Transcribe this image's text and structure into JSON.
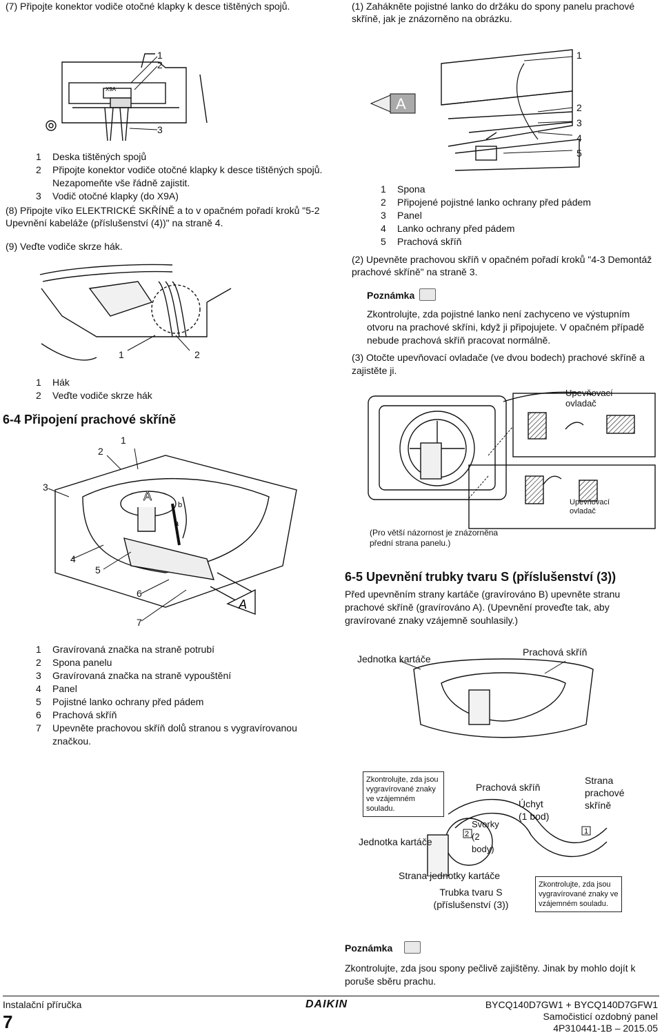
{
  "left_col": {
    "step7": "(7) Připojte konektor vodiče otočné klapky k desce tištěných spojů.",
    "fig1_labels": {
      "l1": "1",
      "l2": "2",
      "l3": "3",
      "x9a": "X9A"
    },
    "list1": [
      {
        "n": "1",
        "text": "Deska tištěných spojů"
      },
      {
        "n": "2",
        "text": "Připojte konektor vodiče otočné klapky k desce tištěných spojů. Nezapomeňte vše řádně zajistit."
      },
      {
        "n": "3",
        "text": "Vodič otočné klapky (do X9A)"
      }
    ],
    "step8": "(8) Připojte víko ELEKTRICKÉ SKŘÍNĚ a to v opačném pořadí kroků \"5-2 Upevnění kabeláže (příslušenství (4))\" na straně 4.",
    "step9": "(9) Veďte vodiče skrze hák.",
    "fig2_labels": {
      "l1": "1",
      "l2": "2"
    },
    "list2": [
      {
        "n": "1",
        "text": "Hák"
      },
      {
        "n": "2",
        "text": "Veďte vodiče skrze hák"
      }
    ],
    "section_64": "6-4  Připojení prachové skříně",
    "fig3_labels": {
      "l1": "1",
      "l2": "2",
      "l3": "3",
      "l4": "4",
      "l5": "5",
      "l6": "6",
      "l7": "7",
      "a": "A",
      "b": "b",
      "a_small": "a",
      "a_big": "A"
    },
    "list3": [
      {
        "n": "1",
        "text": "Gravírovaná značka na straně potrubí"
      },
      {
        "n": "2",
        "text": "Spona panelu"
      },
      {
        "n": "3",
        "text": "Gravírovaná značka na straně vypouštění"
      },
      {
        "n": "4",
        "text": "Panel"
      },
      {
        "n": "5",
        "text": "Pojistné lanko ochrany před pádem"
      },
      {
        "n": "6",
        "text": "Prachová skříň"
      },
      {
        "n": "7",
        "text": "Upevněte prachovou skříň dolů stranou s vygravírovanou značkou."
      }
    ]
  },
  "right_col": {
    "step1": "(1) Zahákněte pojistné lanko do držáku do spony panelu prachové skříně, jak je znázorněno na obrázku.",
    "fig4_labels": {
      "l1": "1",
      "l2": "2",
      "l3": "3",
      "l4": "4",
      "l5": "5",
      "a": "A"
    },
    "list4": [
      {
        "n": "1",
        "text": "Spona"
      },
      {
        "n": "2",
        "text": "Připojené pojistné lanko ochrany před pádem"
      },
      {
        "n": "3",
        "text": "Panel"
      },
      {
        "n": "4",
        "text": "Lanko ochrany před pádem"
      },
      {
        "n": "5",
        "text": "Prachová skříň"
      }
    ],
    "step2": "(2) Upevněte prachovou skříň v opačném pořadí kroků \"4-3 Demontáž prachové skříně\" na straně 3.",
    "note1_label": "Poznámka",
    "note1_text": "Zkontrolujte, zda pojistné lanko není zachyceno ve výstupním otvoru na prachové skříni, když ji připojujete. V opačném případě nebude prachová skříň pracovat normálně.",
    "step3": "(3) Otočte upevňovací ovladače (ve dvou bodech) prachové skříně a zajistěte ji.",
    "fig5_label_top": "Upevňovací ovladač",
    "fig5_label_bottom": "Upevňovací ovladač",
    "fig5_caption": "(Pro větší názornost je znázorněna přední strana panelu.)",
    "section_65": "6-5  Upevnění trubky tvaru S (příslušenství (3))",
    "para65": "Před upevněním strany kartáče (gravírováno B) upevněte stranu prachové skříně (gravírováno A). (Upevnění proveďte tak, aby gravírované znaky vzájemně souhlasily.)",
    "fig6_left": "Jednotka kartáče",
    "fig6_right": "Prachová skříň",
    "fig7": {
      "box1": "Zkontrolujte, zda jsou vygravírované znaky ve vzájemném souladu.",
      "prach": "Prachová skříň",
      "strana": "Strana prachové skříně",
      "uchyt": "Úchyt (1 bod)",
      "svorky": "Svorky (2 body)",
      "n2": "2",
      "n1": "1",
      "jednotka": "Jednotka kartáče",
      "strana_jed": "Strana jednotky kartáče",
      "trubka": "Trubka tvaru S (příslušenství (3))",
      "box2": "Zkontrolujte, zda jsou vygravírované znaky ve vzájemném souladu."
    },
    "note2_label": "Poznámka",
    "note2_text": "Zkontrolujte, zda jsou spony pečlivě zajištěny. Jinak by mohlo dojít k poruše sběru prachu."
  },
  "footer": {
    "left_label": "Instalační příručka",
    "page_number": "7",
    "brand": "DAIKIN",
    "model": "BYCQ140D7GW1 + BYCQ140D7GFW1",
    "product": "Samočisticí ozdobný panel",
    "code": "4P310441-1B – 2015.05"
  }
}
